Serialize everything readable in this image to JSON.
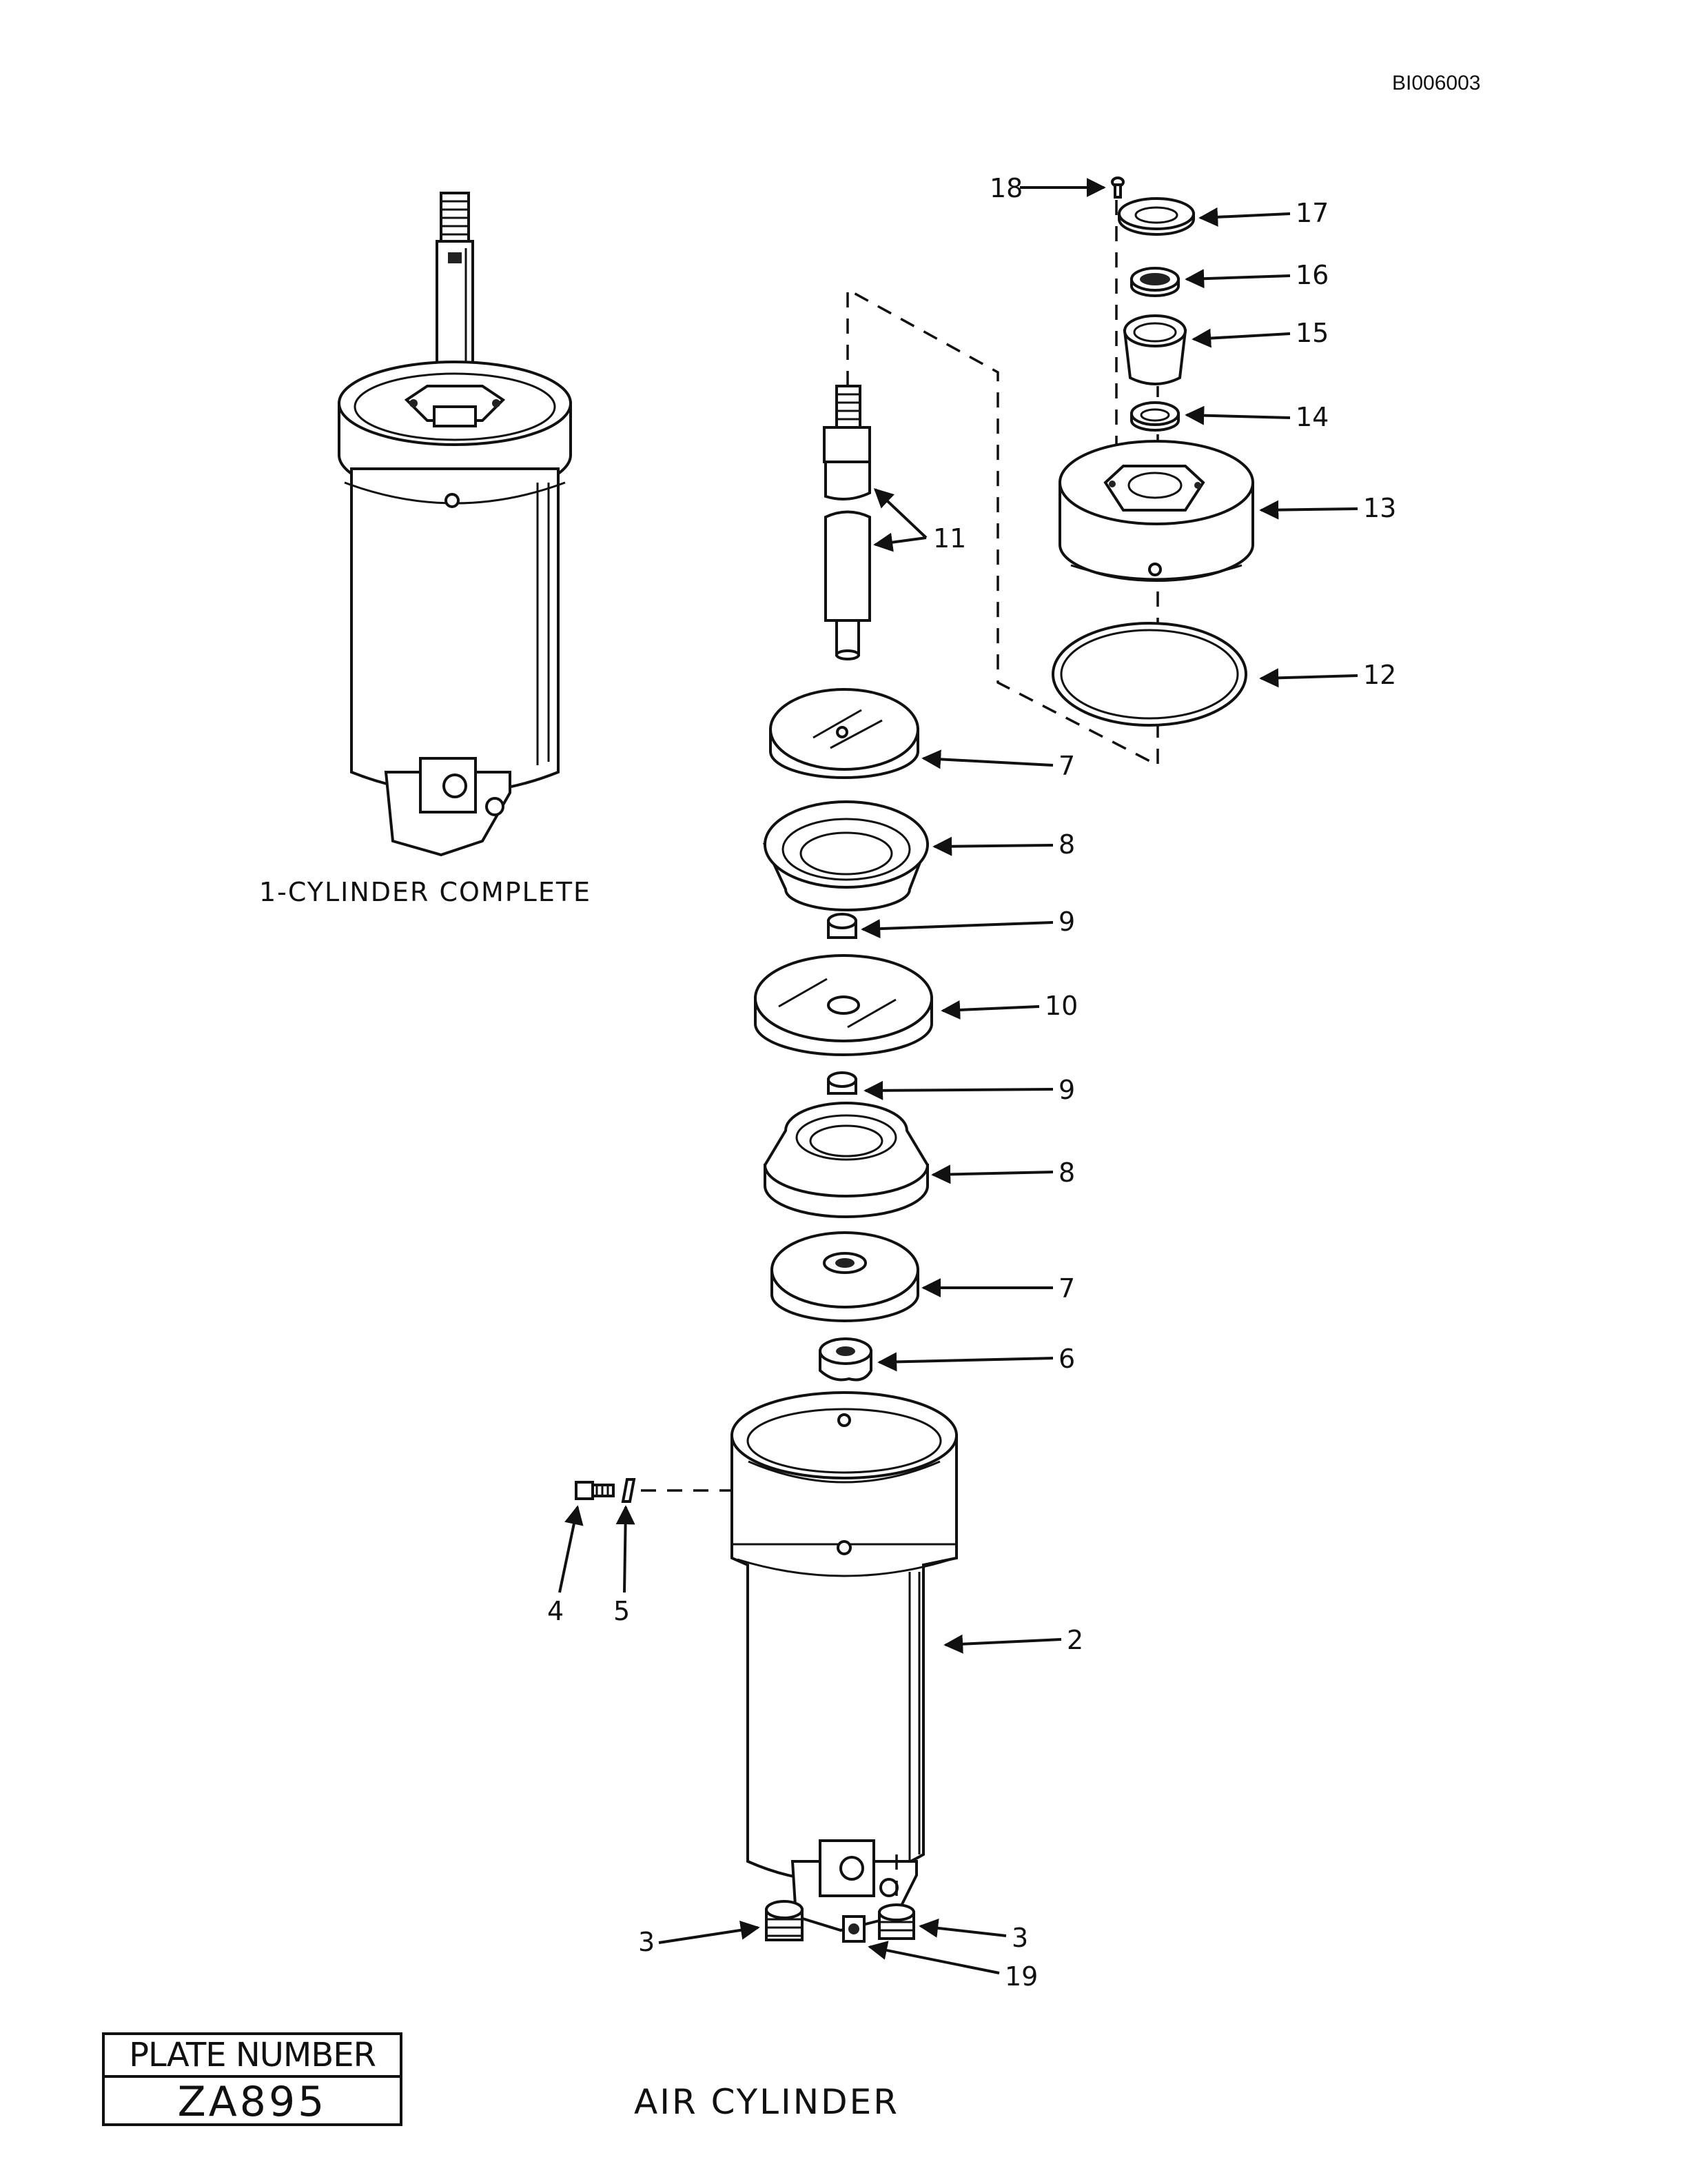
{
  "document_id": "BI006003",
  "title": "AIR CYLINDER",
  "complete_assembly_label": "1-CYLINDER COMPLETE",
  "plate": {
    "label": "PLATE NUMBER",
    "number": "ZA895"
  },
  "callouts": {
    "c2": "2",
    "c3a": "3",
    "c3b": "3",
    "c4": "4",
    "c5": "5",
    "c6": "6",
    "c7a": "7",
    "c7b": "7",
    "c8a": "8",
    "c8b": "8",
    "c9a": "9",
    "c9b": "9",
    "c10": "10",
    "c11": "11",
    "c12": "12",
    "c13": "13",
    "c14": "14",
    "c15": "15",
    "c16": "16",
    "c17": "17",
    "c18": "18",
    "c19": "19"
  }
}
